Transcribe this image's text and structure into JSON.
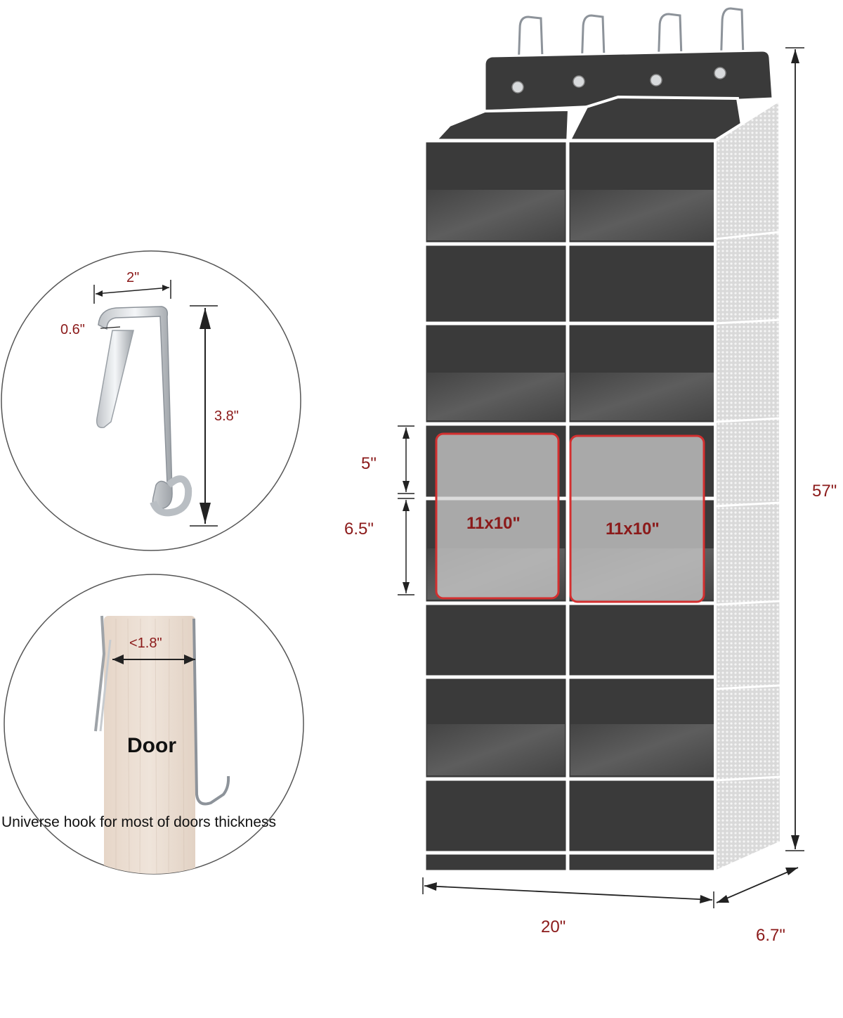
{
  "hook_detail": {
    "width_label": "2\"",
    "gap_label": "0.6\"",
    "height_label": "3.8\""
  },
  "door_detail": {
    "thickness_label": "<1.8\"",
    "door_label": "Door",
    "caption": "Universe hook for most of doors thickness"
  },
  "organizer": {
    "total_height_label": "57\"",
    "width_label": "20\"",
    "depth_label": "6.7\"",
    "pocket_gap_label": "5\"",
    "pocket_height_label": "6.5\"",
    "pocket_size_left": "11x10\"",
    "pocket_size_right": "11x10\"",
    "pocket_rows": 8,
    "pocket_columns": 2,
    "hooks": 4
  },
  "colors": {
    "fabric": "#3a3a3a",
    "trim": "#ffffff",
    "highlight": "#d32f2f",
    "dimension_text": "#8b1a1a",
    "door_wood": "#e8dcd2"
  }
}
